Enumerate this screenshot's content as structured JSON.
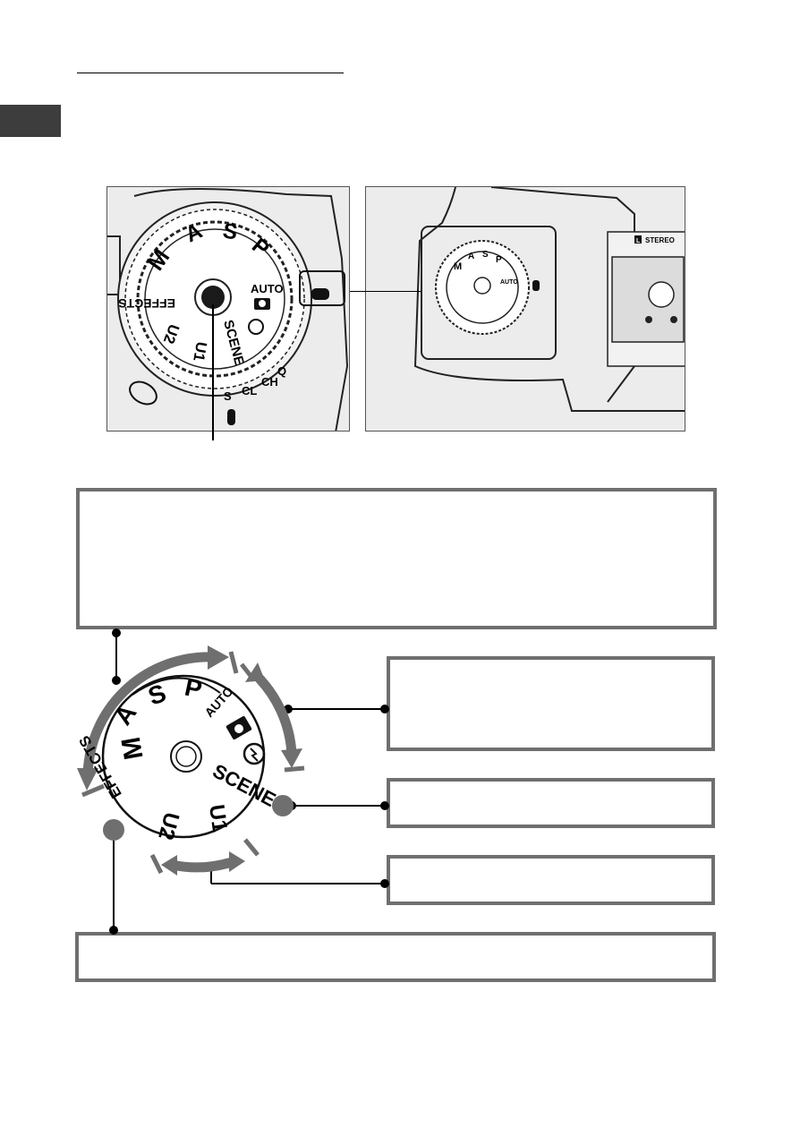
{
  "page": {
    "chapter_tab_color": "#3d3d3d",
    "accent_gray": "#6f6f6f"
  },
  "dial": {
    "modes": {
      "m": "M",
      "a": "A",
      "s": "S",
      "p": "P",
      "auto": "AUTO",
      "scene": "SCENE",
      "u1": "U1",
      "u2": "U2",
      "effects": "EFFECTS"
    },
    "release_modes": {
      "s": "S",
      "cl": "CL",
      "ch": "CH",
      "q": "Q"
    }
  },
  "photo_right": {
    "stereo_label": "STEREO",
    "left_badge": "L"
  }
}
